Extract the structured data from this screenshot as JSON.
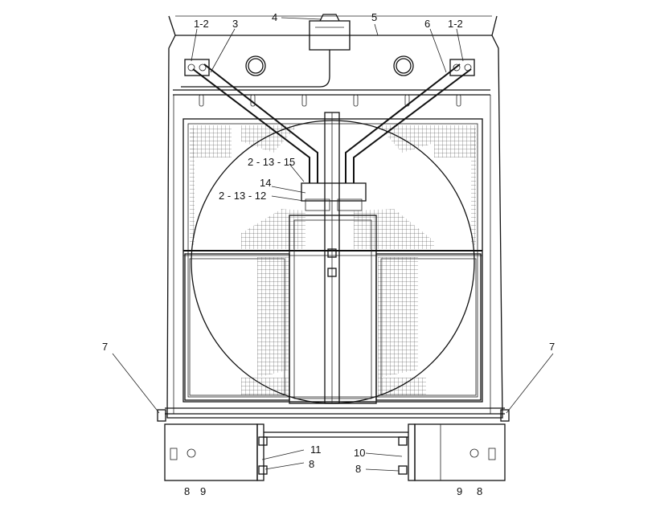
{
  "callouts": {
    "c1_2_left": "1-2",
    "c3": "3",
    "c4": "4",
    "c5": "5",
    "c6": "6",
    "c1_2_right": "1-2",
    "c2_13_15": "2 - 13 - 15",
    "c14": "14",
    "c2_13_12": "2 - 13 - 12",
    "c7_left": "7",
    "c7_right": "7",
    "c11": "11",
    "c10": "10",
    "c8_mid_left": "8",
    "c8_mid_right": "8",
    "c8_left": "8",
    "c9_left": "9",
    "c9_right": "9",
    "c8_right": "8"
  },
  "colors": {
    "line": "#111111",
    "background": "#ffffff"
  }
}
